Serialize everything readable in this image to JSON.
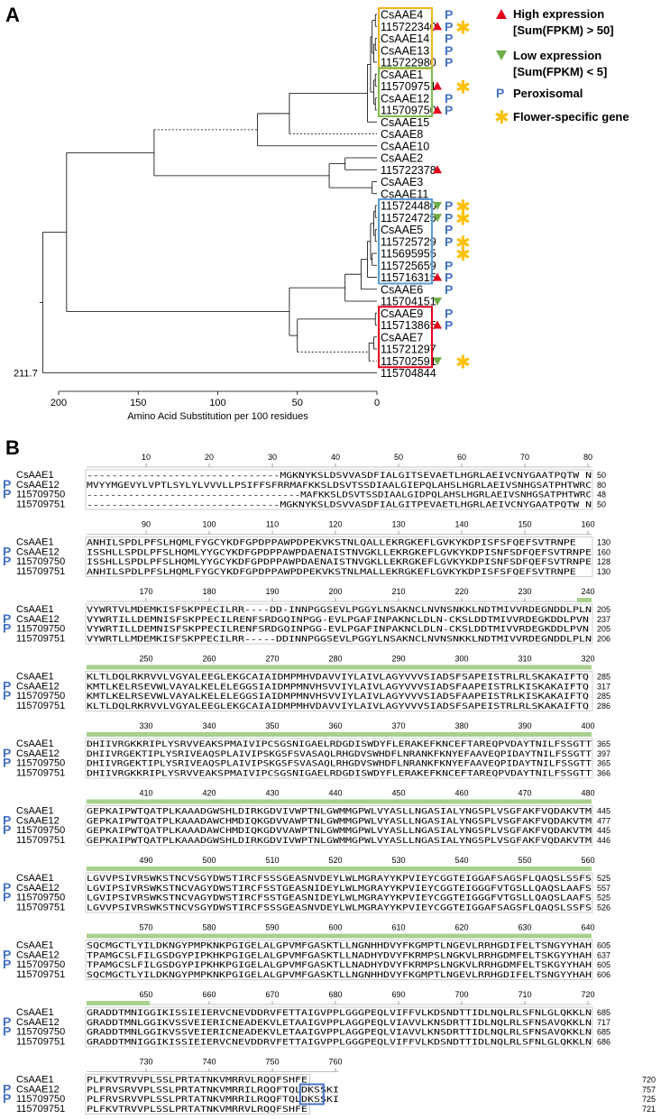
{
  "panel_a": {
    "letter": "A",
    "leaves": [
      {
        "label": "CsAAE4",
        "p": true,
        "up": false,
        "down": false,
        "star": false
      },
      {
        "label": "115722340",
        "p": true,
        "up": true,
        "down": false,
        "star": true
      },
      {
        "label": "CsAAE14",
        "p": true,
        "up": false,
        "down": false,
        "star": false
      },
      {
        "label": "CsAAE13",
        "p": true,
        "up": false,
        "down": false,
        "star": false
      },
      {
        "label": "115722980",
        "p": true,
        "up": false,
        "down": false,
        "star": false
      },
      {
        "label": "CsAAE1",
        "p": false,
        "up": false,
        "down": false,
        "star": false
      },
      {
        "label": "115709751",
        "p": false,
        "up": true,
        "down": false,
        "star": true
      },
      {
        "label": "CsAAE12",
        "p": true,
        "up": false,
        "down": false,
        "star": false
      },
      {
        "label": "115709750",
        "p": true,
        "up": true,
        "down": false,
        "star": false
      },
      {
        "label": "CsAAE15",
        "p": false,
        "up": false,
        "down": false,
        "star": false
      },
      {
        "label": "CsAAE8",
        "p": false,
        "up": false,
        "down": false,
        "star": false
      },
      {
        "label": "CsAAE10",
        "p": false,
        "up": false,
        "down": false,
        "star": false
      },
      {
        "label": "CsAAE2",
        "p": false,
        "up": false,
        "down": false,
        "star": false
      },
      {
        "label": "115722378",
        "p": false,
        "up": true,
        "down": false,
        "star": false
      },
      {
        "label": "CsAAE3",
        "p": false,
        "up": false,
        "down": false,
        "star": false
      },
      {
        "label": "CsAAE11",
        "p": false,
        "up": false,
        "down": false,
        "star": false
      },
      {
        "label": "115724480",
        "p": true,
        "up": false,
        "down": true,
        "star": true
      },
      {
        "label": "115724725",
        "p": true,
        "up": false,
        "down": true,
        "star": true
      },
      {
        "label": "CsAAE5",
        "p": true,
        "up": false,
        "down": false,
        "star": false
      },
      {
        "label": "115725729",
        "p": true,
        "up": false,
        "down": false,
        "star": true
      },
      {
        "label": "115695955",
        "p": false,
        "up": false,
        "down": false,
        "star": true
      },
      {
        "label": "115725659",
        "p": true,
        "up": false,
        "down": false,
        "star": false
      },
      {
        "label": "115716315",
        "p": true,
        "up": true,
        "down": false,
        "star": false
      },
      {
        "label": "CsAAE6",
        "p": true,
        "up": false,
        "down": false,
        "star": false
      },
      {
        "label": "115704151",
        "p": false,
        "up": false,
        "down": true,
        "star": false
      },
      {
        "label": "CsAAE9",
        "p": true,
        "up": false,
        "down": false,
        "star": false
      },
      {
        "label": "115713865",
        "p": true,
        "up": true,
        "down": false,
        "star": false
      },
      {
        "label": "CsAAE7",
        "p": false,
        "up": false,
        "down": false,
        "star": false
      },
      {
        "label": "115721297",
        "p": false,
        "up": false,
        "down": false,
        "star": false
      },
      {
        "label": "115702591",
        "p": false,
        "up": false,
        "down": true,
        "star": true
      },
      {
        "label": "115704844",
        "p": false,
        "up": false,
        "down": false,
        "star": false
      }
    ],
    "p_symbol": "P",
    "star_symbol": "✱",
    "root_value": "211.7",
    "axis_ticks": [
      "200",
      "150",
      "100",
      "50",
      "0"
    ],
    "axis_label": "Amino Acid Substitution per 100 residues",
    "legend": [
      {
        "line1": "High expression",
        "line2": "[Sum(FPKM) > 50]"
      },
      {
        "line1": "Low expression",
        "line2": "[Sum(FPKM) < 5]"
      },
      {
        "line1": "Peroxisomal",
        "line2": ""
      },
      {
        "line1": "Flower-specific gene",
        "line2": ""
      }
    ],
    "colors": {
      "high": "#e3001b",
      "low": "#70ad47",
      "p": "#4472c4",
      "star": "#ffc000",
      "box_yellow": "#f2b51f",
      "box_green": "#7fbf4d",
      "box_blue": "#5b9bd5",
      "box_red": "#e3001b"
    }
  },
  "panel_b": {
    "letter": "B",
    "names": [
      "CsAAE1",
      "CsAAE12",
      "115709750",
      "115709751"
    ],
    "p_rows": [
      false,
      true,
      true,
      false
    ],
    "blocks": [
      {
        "ruler": [
          "10",
          "20",
          "30",
          "40",
          "50",
          "60",
          "70",
          "80"
        ],
        "seqs": [
          "-------------------------------MGKNYKSLDSVVASDFIALGITSEVAETLHGRLAEIVCNYGAATPQTW N",
          "MVYYMGEVYLVPTLSYLYLVVVLLPSIFFSFRRMAFKKSLDSVTSSDIAALGIEPQLAHSLHGRLAEIVSNHGSATPHTWRC",
          "------------------------------------MAFKKSLDSVTSSDIAALGIDPQLAHSLHGRLAEIVSNHGSATPHTWRC",
          "-------------------------------MGKNYKSLDSVVASDFIALGITPEVAETLHGRLAEIVCNYGAATPQTW N"
        ],
        "ends": [
          "50",
          "80",
          "48",
          "50"
        ]
      },
      {
        "ruler": [
          "90",
          "100",
          "110",
          "120",
          "130",
          "140",
          "150",
          "160"
        ],
        "seqs": [
          "ANHILSPDLPFSLHQMLFYGCYKDFGPDPPAWPDPEKVKSTNLQALLEKRGKEFLGVKYKDPISFSFQEFSVTRNPE",
          "ISSHLLSPDLPFSLHQMLYYGCYKDFGPDPPAWPDAENAISTNVGKLLEKRGKEFLGVKYKDPISNFSDFQEFSVTRNPE",
          "ISSHLLSPDLPFSLHQMLYYGCYKDFGPDPPAWPDAENAISTNVGKLLEKRGKEFLGVKYKDPISNFSDFQEFSVTRNPE",
          "ANHILSPDLPFSLHQMLFYGCYKDFGPDPPAWPDPEKVKSTNLMALLEKRGKEFLGVKYKDPISFSFQEFSVTRNPE"
        ],
        "ends": [
          "130",
          "160",
          "128",
          "130"
        ]
      },
      {
        "ruler": [
          "170",
          "180",
          "190",
          "200",
          "210",
          "220",
          "230",
          "240"
        ],
        "seqs": [
          "VYWRTVLMDEMKISFSKPPECILRR----DD-INNPGGSEVLPGGYLNSAKNCLNVNSNKKLNDTMIVVRDEGNDDLPLN",
          "VYWRTILLDEMNISFSKPPECILRENFSRDGQINPGG-EVLPGAFINPAKNCLDLN-CKSLDDTMIVVRDEGKDDLPVN",
          "VYWRTILLDEMNISFSKPPECILRENFSRDGQINPGG-EVLPGAFINPAKNCLDLN-CKSLDDTMIVVRDEGKDDLPVN",
          "VYWRTLLMDEMKISFSKPPECILRR-----DDINNPGGSEVLPGGYLNSAKNCLNVNSNKKLNDTMIVVRDEGNDDLPLN"
        ],
        "ends": [
          "205",
          "237",
          "205",
          "206"
        ]
      },
      {
        "ruler": [
          "250",
          "260",
          "270",
          "280",
          "290",
          "300",
          "310",
          "320"
        ],
        "seqs": [
          "KLTLDQLRKRVVLVGYALEEGLEKGCAIAIDMPMHVDAVVIYLAIVLAGYVVVSIADSFSAPEISTRLRLSKAKAIFTQ",
          "KMTLKELRSEVWLVAYALKELELEGGSIAIDMPMNVHSVVIYLAIVLAGYVVVSIADSFAAPEISTRLKISKAKAIFTQ",
          "KMTLKELRSEVWLVAYALKELELEGGSIAIDMPMNVHSVVIYLAIVLAGYVVVSIADSFAAPEISTRLKISKAKAIFTQ",
          "KLTLDQLRKRVVLVGYALEEGLEKGCAIAIDMPMHVDAVVIYLAIVLAGYVVVSIADSFSAPEISTRLRLSKAKAIFTQ"
        ],
        "ends": [
          "285",
          "317",
          "285",
          "286"
        ]
      },
      {
        "ruler": [
          "330",
          "340",
          "350",
          "360",
          "370",
          "380",
          "390",
          "400"
        ],
        "seqs": [
          "DHIIVRGKKRIPLYSRVVEAKSPMAIVIPCSGSNIGAELRDGDISWDYFLERAKEFKNCEFTAREQPVDAYTNILFSSGTT",
          "DHIIVRGEKTIPLYSRIVEAQSPLAIVIPSKGSFSVASAQLRHGDVSWHDFLNRANKFKNYEFAAVEQPIDAYTNILFSSGTT",
          "DHIIVRGEKTIPLYSRIVEAQSPLAIVIPSKGSFSVASAQLRHGDVSWHDFLNRANKFKNYEFAAVEQPIDAYTNILFSSGTT",
          "DHIIVRGKKRIPLYSRVVEAKSPMAIVIPCSGSNIGAELRDGDISWDYFLERAKEFKNCEFTAREQPVDAYTNILFSSGTT"
        ],
        "ends": [
          "365",
          "397",
          "365",
          "366"
        ]
      },
      {
        "ruler": [
          "410",
          "420",
          "430",
          "440",
          "450",
          "460",
          "470",
          "480"
        ],
        "seqs": [
          "GEPKAIPWTQATPLKAAADGWSHLDIRKGDVIVWPTNLGWMMGPWLVYASLLNGASIALYNGSPLVSGFAKFVQDAKVTM",
          "GEPKAIPWTQATPLKAAADAWCHMDIQKGDVVAWPTNLGWMMGPWLVYASLLNGASIALYNGSPLVSGFAKFVQDAKVTM",
          "GEPKAIPWTQATPLKAAADAWCHMDIQKGDVVAWPTNLGWMMGPWLVYASLLNGASIALYNGSPLVSGFAKFVQDAKVTM",
          "GEPKAIPWTQATPLKAAADGWSHLDIRKGDVIVWPTNLGWMMGPWLVYASLLNGASIALYNGSPLVSGFAKFVQDAKVTM"
        ],
        "ends": [
          "445",
          "477",
          "445",
          "446"
        ]
      },
      {
        "ruler": [
          "490",
          "500",
          "510",
          "520",
          "530",
          "540",
          "550",
          "560"
        ],
        "seqs": [
          "LGVVPSIVRSWKSTNCVSGYDWSTIRCFSSSGEASNVDEYLWLMGRAYYKPVIEYCGGTEIGGAFSAGSFLQAQSLSSFS",
          "LGVIPSIVRSWKSTNCVAGYDWSTIRCFSSTGEASNIDEYLWLMGRAYYKPVIEYCGGTEIGGGFVTGSLLQAQSLAAFS",
          "LGVIPSIVRSWKSTNCVAGYDWSTIRCFSSTGEASNIDEYLWLMGRAYYKPVIEYCGGTEIGGGFVTGSLLQAQSLAAFS",
          "LGVVPSIVRSWKSTNCVSGYDWSTIRCFSSSGEASNVDEYLWLMGRAYYKPVIEYCGGTEIGGAFSAGSFLQAQSLSSFS"
        ],
        "ends": [
          "525",
          "557",
          "525",
          "526"
        ]
      },
      {
        "ruler": [
          "570",
          "580",
          "590",
          "600",
          "610",
          "620",
          "630",
          "640"
        ],
        "seqs": [
          "SQCMGCTLYILDKNGYPMPKNKPGIGELALGPVMFGASKTLLNGNHHDVYFKGMPTLNGEVLRRHGDIFELTSNGYYHAH",
          "TPAMGCSLFILGSDGYPIPKHKPGIGELALGPVMFGASKTLLNADHYDVYFKRMPSLNGKVLRRHGDMFELTSKGYYHAH",
          "TPAMGCSLFILGSDGYPIPKHKPGIGELALGPVMFGASKTLLNADHYDVYFKRMPSLNGKVLRRHGDMFELTSKGYYHAH",
          "SQCMGCTLYILDKNGYPMPKNKPGIGELALGPVMFGASKTLLNGNHHDVYFKGMPTLNGEVLRRHGDIFELTSNGYYHAH"
        ],
        "ends": [
          "605",
          "637",
          "605",
          "606"
        ]
      },
      {
        "ruler": [
          "650",
          "660",
          "670",
          "680",
          "690",
          "700",
          "710",
          "720"
        ],
        "seqs": [
          "GRADDTMNIGGIKISSIEIERVCNEVDDRVFETTAIGVPPLGGGPEQLVIFFVLKDSNDTTIDLNQLRLSFNLGLQKKLN",
          "GRADDTMNLGGIKVSSVEIERICNEADEKVLETAAIGVPPLAGGPEQLVIAVVLKNSDRTTIDLNQLRLSFNSAVQKKLN",
          "GRADDTMNLGGIKVSSVEIERICNEADEKVLETAAIGVPPLAGGPEQLVIAVVLKNSDRTTIDLNQLRLSFNSAVQKKLN",
          "GRADDTMNIGGIKISSIEIERVCNEVDDRVFETTAIGVPPLGGGPEQLVIFFVLKDSNDTTIDLNQLRLSFNLGLQKKLN"
        ],
        "ends": [
          "685",
          "717",
          "685",
          "686"
        ]
      },
      {
        "ruler": [
          "730",
          "740",
          "750",
          "760"
        ],
        "seqs": [
          "PLFKVTRVVPLSSLPRTATNKVMRRVLRQQFSHFE",
          "PLFRVSRVVPLSSLPRTATNKVMRRILRQQFTQLDKSSKI",
          "PLFRVSRVVPLSSLPRTATNKVMRRILRQQFTQLDKSSKI",
          "PLFKVTRVVPLSSLPRTATNKVMRRVLRQQFSHFE"
        ],
        "ends": [
          "720",
          "757",
          "725",
          "721"
        ]
      }
    ]
  }
}
